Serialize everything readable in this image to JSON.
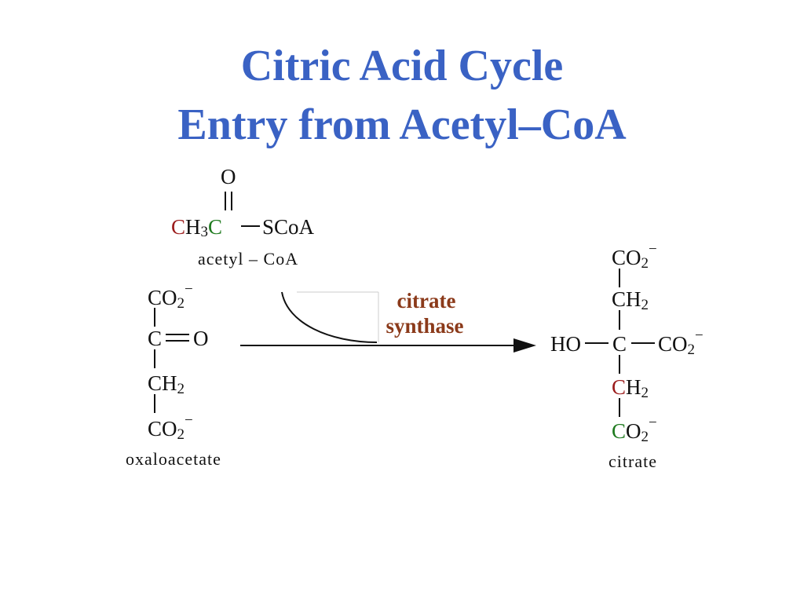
{
  "title": {
    "line1": "Citric Acid Cycle",
    "line2": "Entry from Acetyl–CoA",
    "color": "#3a62c4"
  },
  "colors": {
    "ink": "#111111",
    "red_carbon": "#9b1b1b",
    "green_carbon": "#1e7a1e",
    "enzyme": "#8b3a1a"
  },
  "acetyl_coa": {
    "o": "O",
    "c_methyl": "C",
    "h3": "H",
    "three": "3",
    "c_carbonyl": "C",
    "scoa": "SCoA",
    "label": "acetyl – CoA"
  },
  "oxaloacetate": {
    "co2_top": "CO",
    "c": "C",
    "o": "O",
    "ch2": "CH",
    "co2_bottom": "CO",
    "label": "oxaloacetate"
  },
  "enzyme": {
    "line1": "citrate",
    "line2": "synthase"
  },
  "citrate": {
    "co2_top": "CO",
    "ch2_top": "CH",
    "ho": "HO",
    "c": "C",
    "co2_right": "CO",
    "c_red": "C",
    "h2_red": "H",
    "c_green": "C",
    "o2_green": "O",
    "label": "citrate"
  },
  "chem_subscripts": {
    "two": "2",
    "minus": "−"
  }
}
